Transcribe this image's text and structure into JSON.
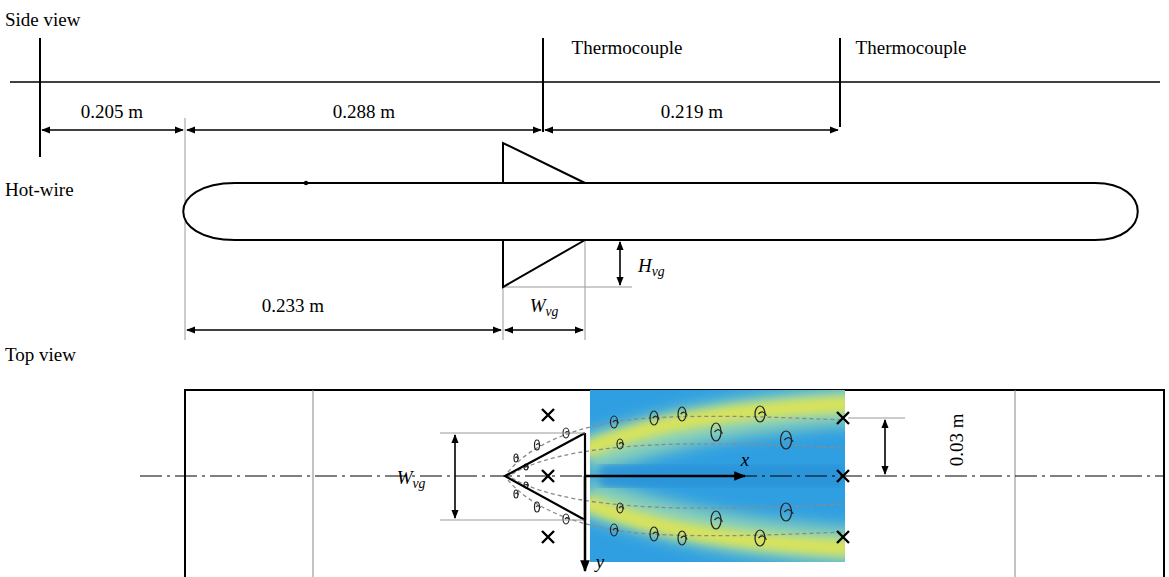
{
  "diagram": {
    "labels": [
      "Side view",
      "Thermocouple",
      "Thermocouple",
      "0.205 m",
      "0.288 m",
      "0.219 m",
      "Hot-wire",
      "Hvg",
      "0.233 m",
      "Wvg",
      "Top view",
      "Wvg",
      "x",
      "y",
      "0.03 m"
    ]
  }
}
